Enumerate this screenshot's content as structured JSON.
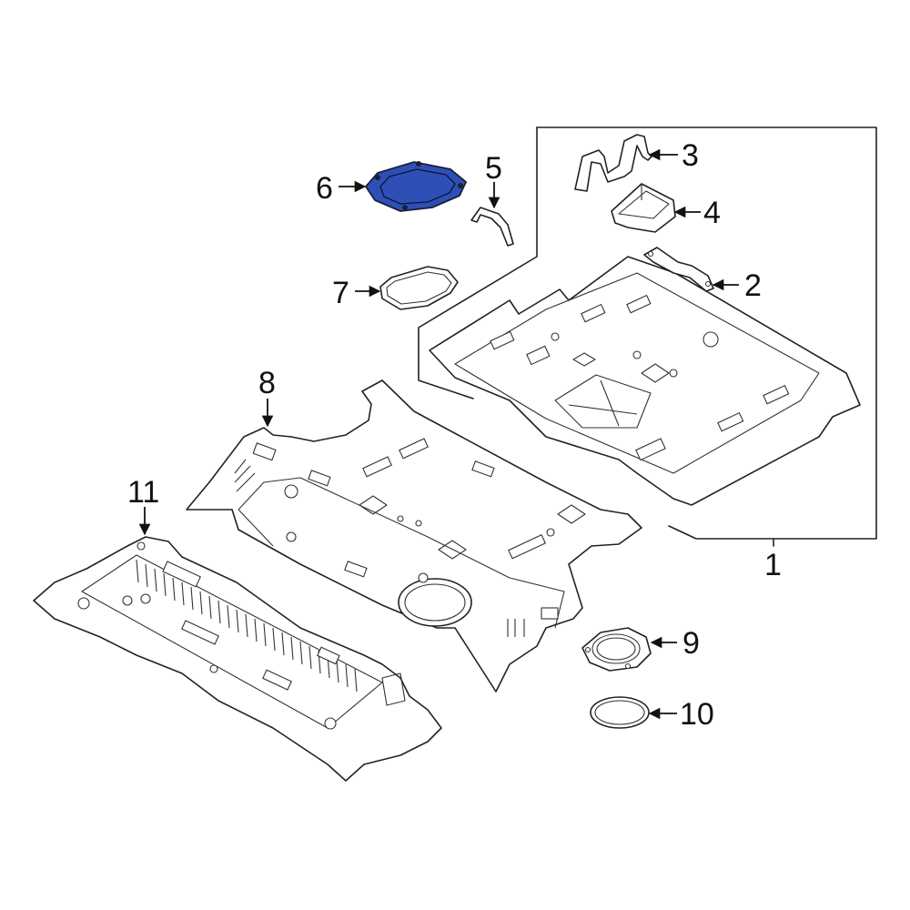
{
  "diagram": {
    "highlight_color": "#2e4fb5",
    "callouts": [
      {
        "id": "1",
        "label": "1"
      },
      {
        "id": "2",
        "label": "2"
      },
      {
        "id": "3",
        "label": "3"
      },
      {
        "id": "4",
        "label": "4"
      },
      {
        "id": "5",
        "label": "5"
      },
      {
        "id": "6",
        "label": "6",
        "highlighted": true
      },
      {
        "id": "7",
        "label": "7"
      },
      {
        "id": "8",
        "label": "8"
      },
      {
        "id": "9",
        "label": "9"
      },
      {
        "id": "10",
        "label": "10"
      },
      {
        "id": "11",
        "label": "11"
      }
    ]
  }
}
